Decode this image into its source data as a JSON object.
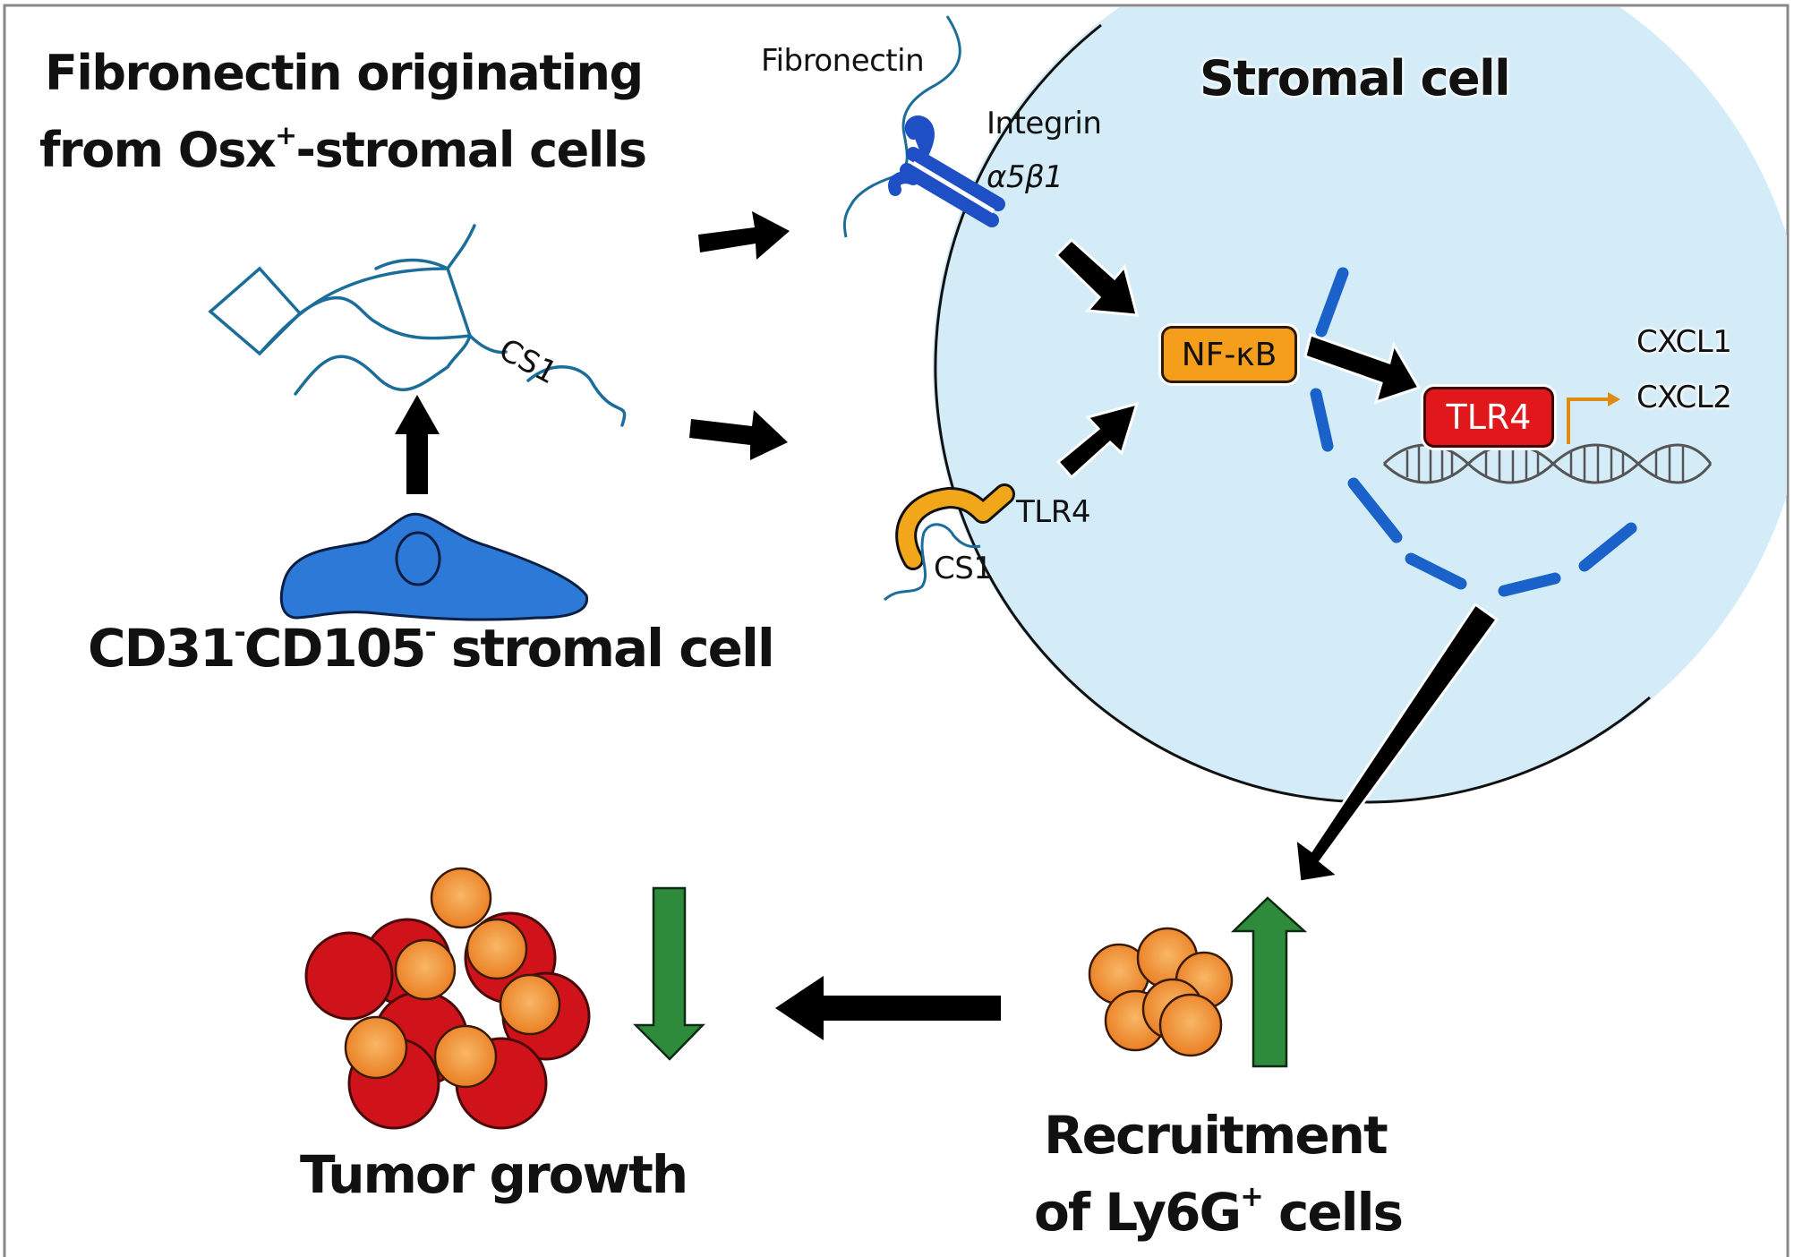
{
  "figure": {
    "title_line1": "Fibronectin originating",
    "title_line2_pre": "from Osx",
    "title_line2_sup": "+",
    "title_line2_post": "-stromal cells",
    "fragment_label": "CS1",
    "source_cell": {
      "part1": "CD31",
      "sup1": "-",
      "part2": "CD105",
      "sup2": "-",
      "part3": " stromal cell"
    },
    "target_cell_title": "Stromal cell",
    "fibronectin_label": "Fibronectin",
    "integrin_label_line1": "Integrin",
    "integrin_label_line2": "α5β1",
    "tlr4_receptor_label": "TLR4",
    "cs1_bound_label": "CS1",
    "nfkb_label": "NF-κB",
    "tlr4_gene_label": "TLR4",
    "output_genes": [
      "CXCL1",
      "CXCL2"
    ],
    "recruitment_line1": "Recruitment",
    "recruitment_line2_pre": "of Ly6G",
    "recruitment_line2_sup": "+",
    "recruitment_line2_post": " cells",
    "recruitment_change": "increase",
    "tumor_label": "Tumor growth",
    "tumor_change": "decrease"
  },
  "colors": {
    "cell_fill": "#d3ecf8",
    "fibronectin": "#1b6d9a",
    "integrin": "#1f4fc4",
    "source_cell": "#2d79d8",
    "tlr4_receptor": "#f2a71b",
    "nfkb_box": "#f59e1b",
    "tlr4_box": "#e0171b",
    "nucleus_dash": "#1a62c9",
    "arrow": "#000000",
    "green_arrow": "#2e8b3c",
    "tumor_red": "#d0121b",
    "neutrophil": "#f39a3a"
  }
}
